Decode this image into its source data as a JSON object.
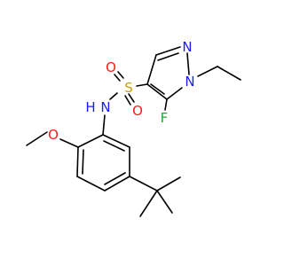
{
  "molecule": {
    "atoms": {
      "n_pyrazole_2": {
        "label": "N",
        "color": "#1a1aff"
      },
      "n_pyrazole_1": {
        "label": "N",
        "color": "#1a1aff"
      },
      "fluorine": {
        "label": "F",
        "color": "#2aa52a"
      },
      "sulfur": {
        "label": "S",
        "color": "#c8a000"
      },
      "oxygen_sulfonyl_top": {
        "label": "O",
        "color": "#ff1a1a"
      },
      "oxygen_sulfonyl_bottom": {
        "label": "O",
        "color": "#ff1a1a"
      },
      "nh_n": {
        "label": "N",
        "color": "#1a1aff"
      },
      "nh_h": {
        "label": "H",
        "color": "#1a1aff"
      },
      "oxygen_methoxy": {
        "label": "O",
        "color": "#ff1a1a"
      }
    }
  }
}
